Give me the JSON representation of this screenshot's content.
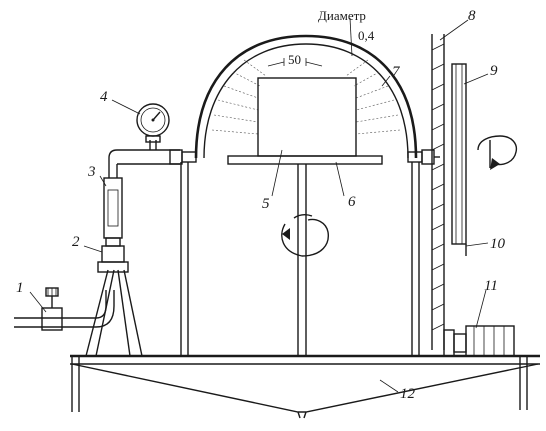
{
  "labels": {
    "diameter": "Диаметр",
    "diameter_value": "0,4",
    "angle": "50",
    "callouts": [
      "1",
      "2",
      "3",
      "4",
      "5",
      "6",
      "7",
      "8",
      "9",
      "10",
      "11",
      "12"
    ]
  },
  "colors": {
    "ink": "#1a1a1a",
    "paper": "#ffffff"
  },
  "icons": {
    "rotation_arrow": "circular-arrow-icon",
    "gauge": "pressure-gauge-icon"
  }
}
